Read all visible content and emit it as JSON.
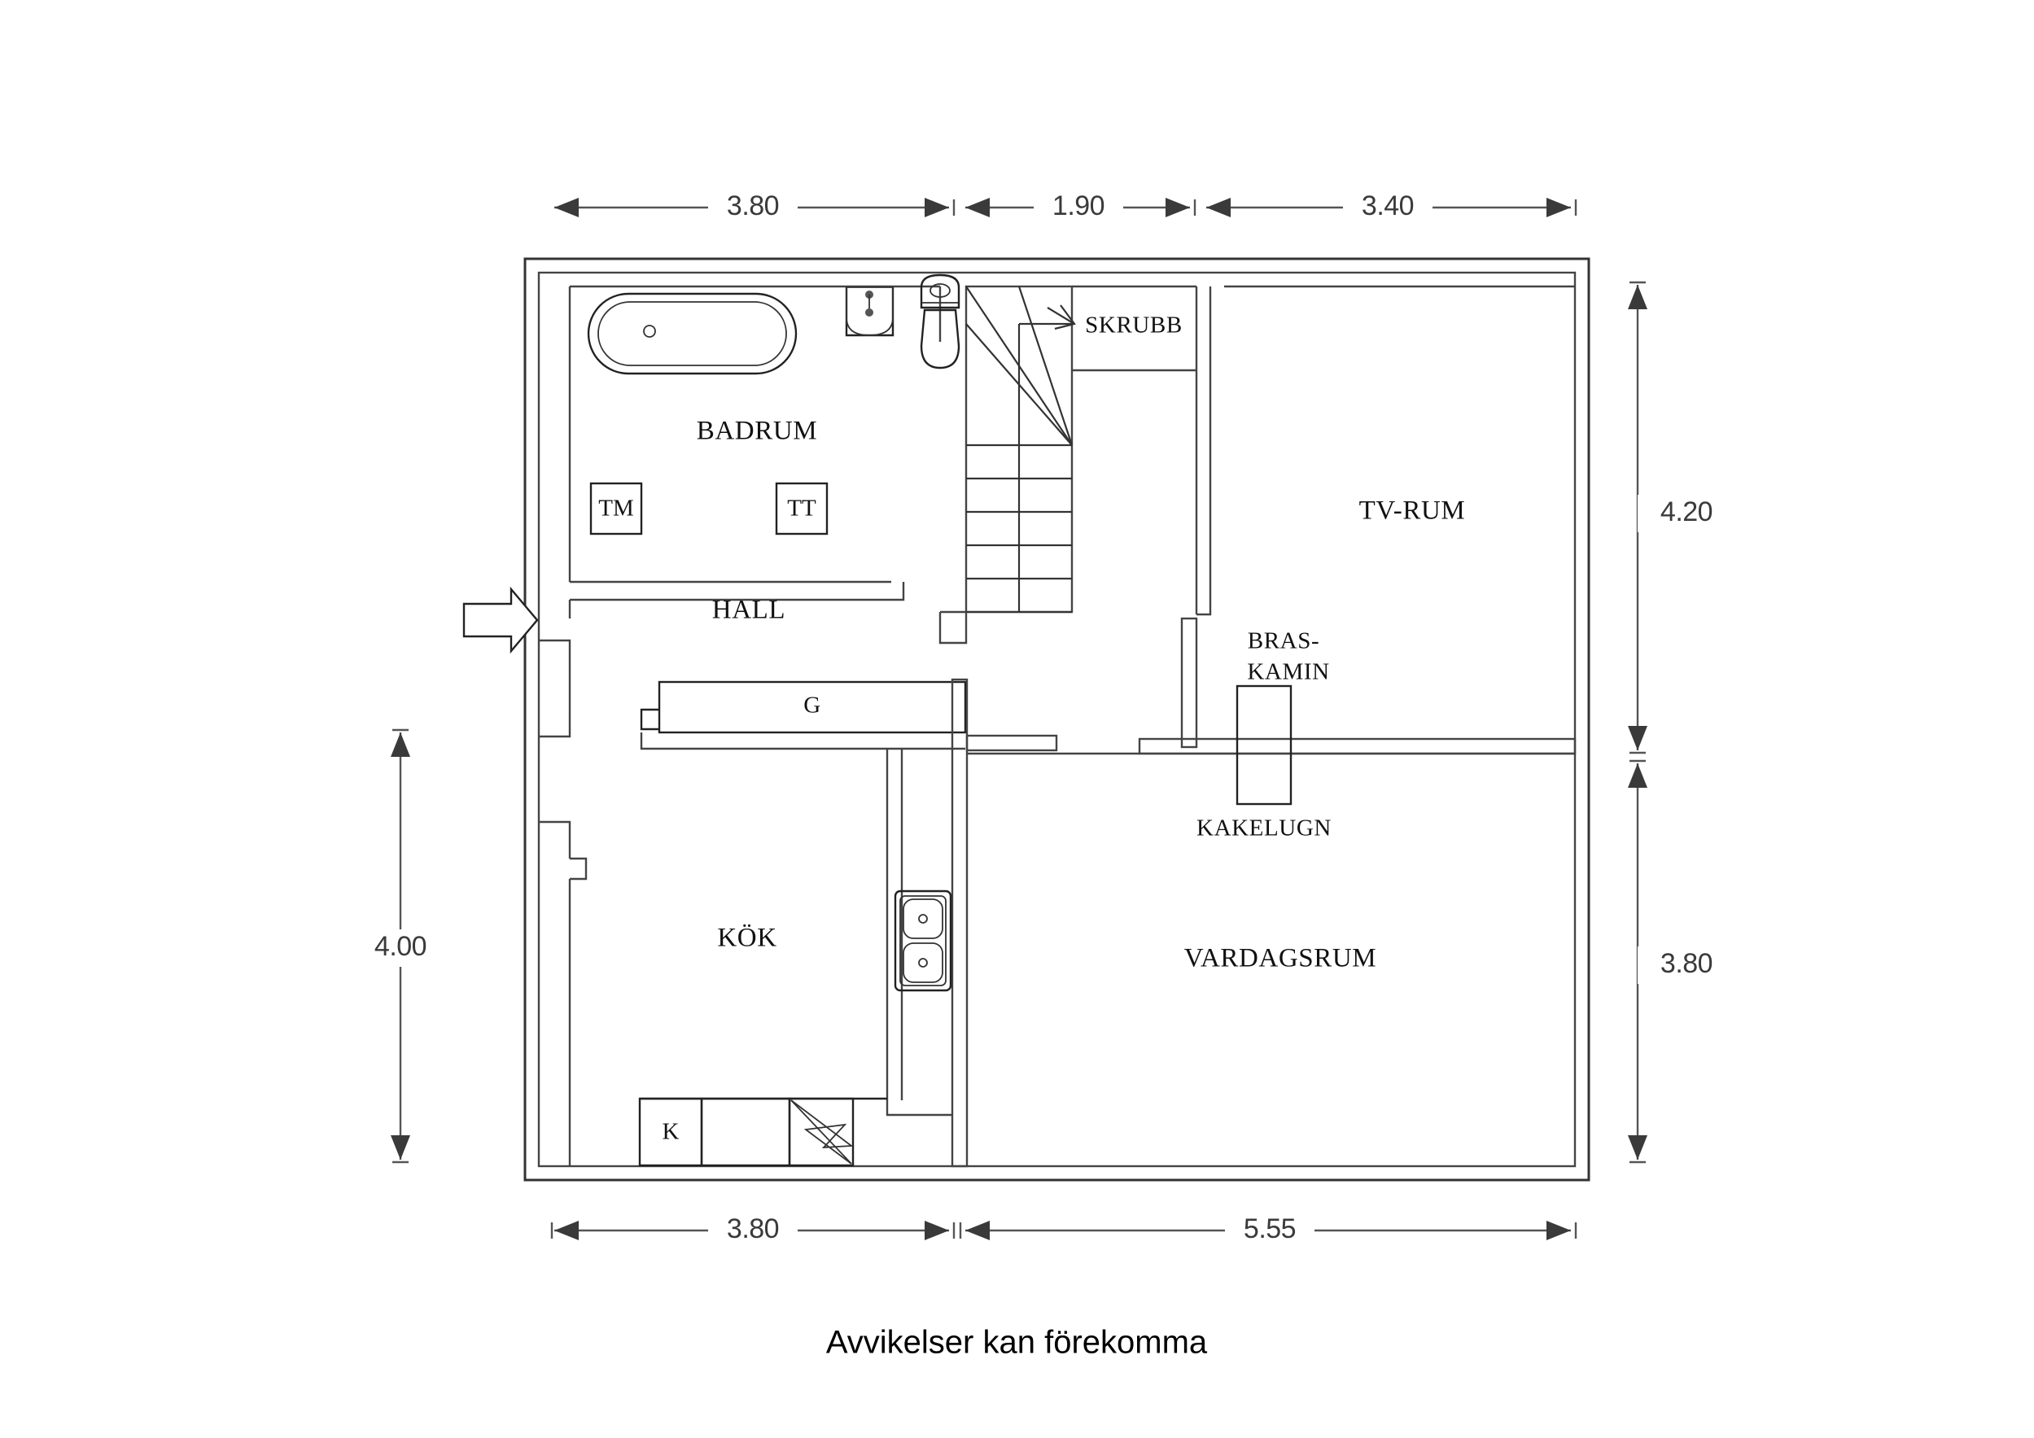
{
  "plan": {
    "caption": "Avvikelser kan förekomma",
    "rooms": [
      {
        "id": "badrum",
        "label": "BADRUM"
      },
      {
        "id": "hall",
        "label": "HALL"
      },
      {
        "id": "skrubb",
        "label": "SKRUBB"
      },
      {
        "id": "tv_rum",
        "label": "TV-RUM"
      },
      {
        "id": "kok",
        "label": "KÖK"
      },
      {
        "id": "vardagsrum",
        "label": "VARDAGSRUM"
      }
    ],
    "fixtures": [
      {
        "id": "tvattmaskin",
        "label": "TM"
      },
      {
        "id": "torktumlare",
        "label": "TT"
      },
      {
        "id": "garderob",
        "label": "G"
      },
      {
        "id": "kylskap",
        "label": "K"
      }
    ],
    "annotations": [
      {
        "id": "braskamin",
        "line1": "BRAS-",
        "line2": "KAMIN"
      },
      {
        "id": "kakelugn",
        "label": "KAKELUGN"
      }
    ],
    "dimensions": {
      "top": [
        {
          "id": "top-1",
          "value": "3.80"
        },
        {
          "id": "top-2",
          "value": "1.90"
        },
        {
          "id": "top-3",
          "value": "3.40"
        }
      ],
      "bottom": [
        {
          "id": "bottom-1",
          "value": "3.80"
        },
        {
          "id": "bottom-2",
          "value": "5.55"
        }
      ],
      "left": [
        {
          "id": "left-1",
          "value": "4.00"
        }
      ],
      "right": [
        {
          "id": "right-1",
          "value": "4.20"
        },
        {
          "id": "right-2",
          "value": "3.80"
        }
      ]
    },
    "colors": {
      "wall": "#333333",
      "fixture": "#222222",
      "dimension": "#555555",
      "text": "#111111",
      "background": "#ffffff"
    }
  }
}
